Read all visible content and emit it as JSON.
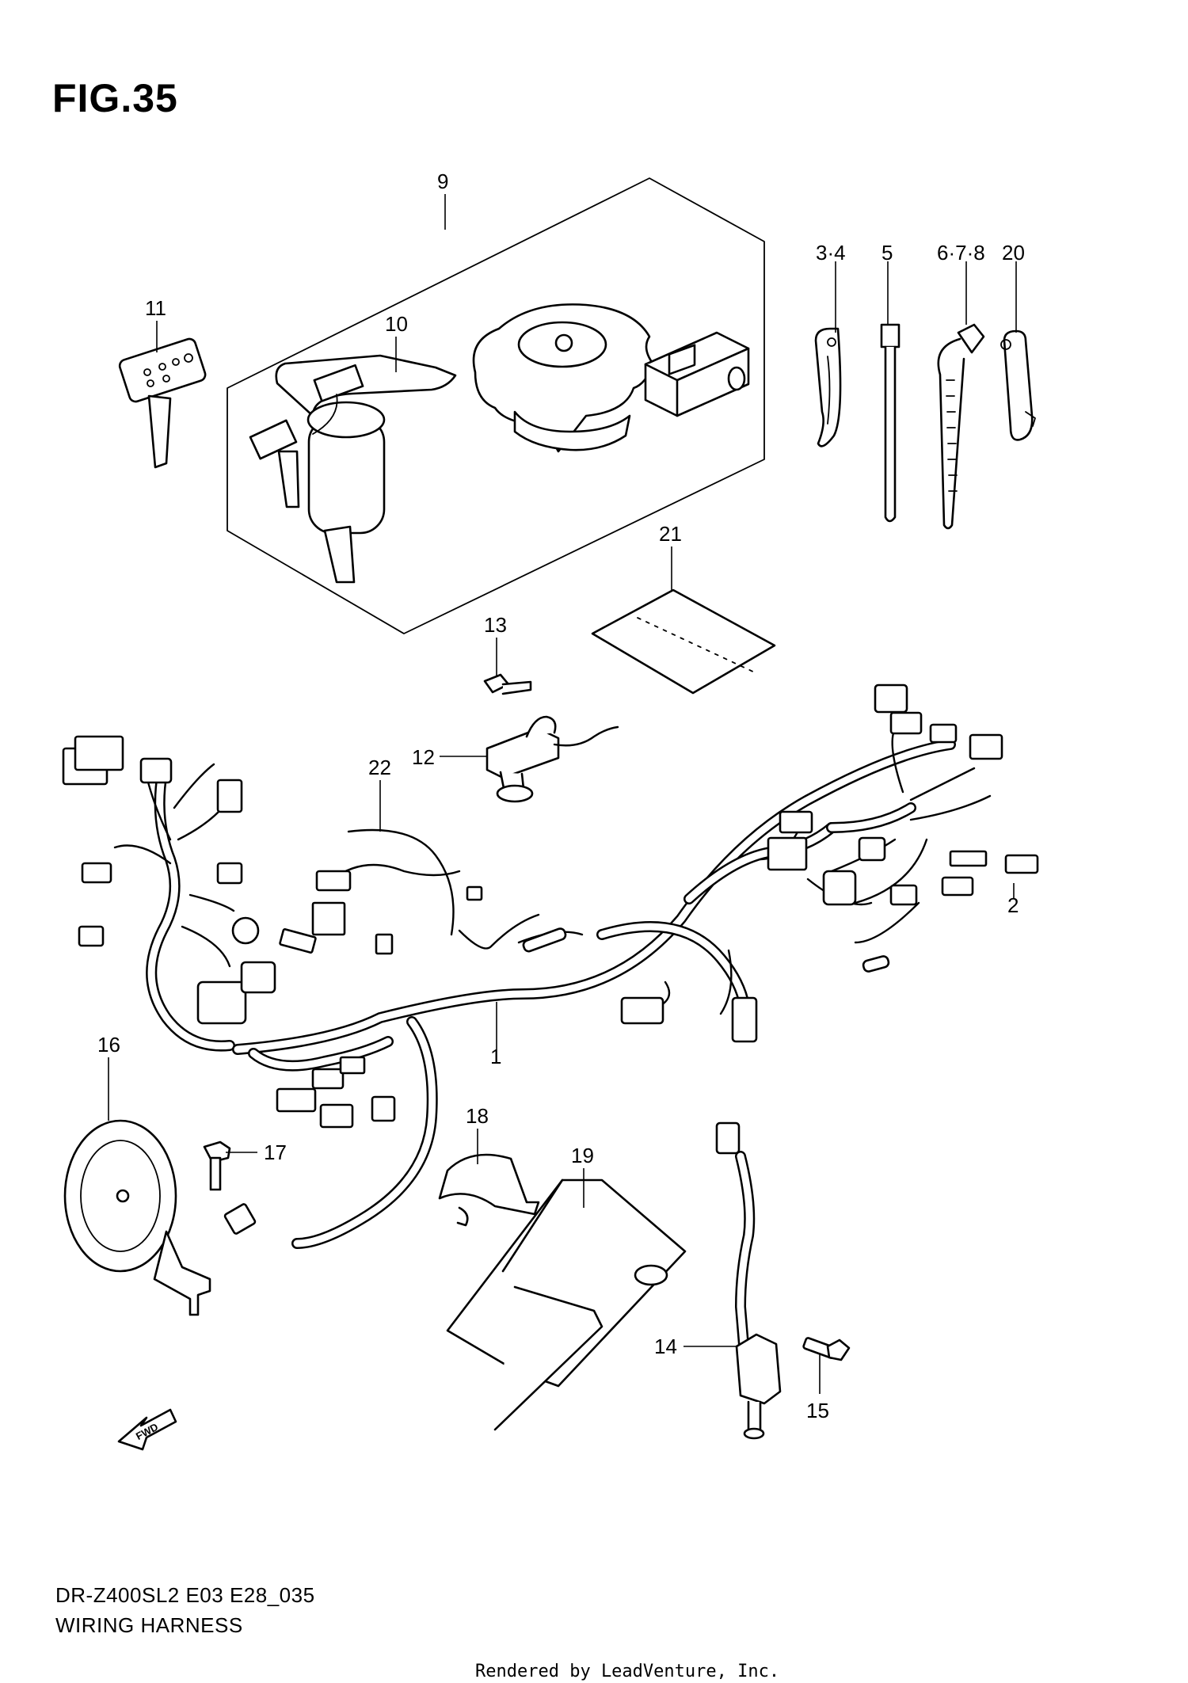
{
  "figure": {
    "title": "FIG.35",
    "model_code": "DR-Z400SL2 E03 E28_035",
    "section_name": "WIRING HARNESS",
    "credit": "Rendered by LeadVenture, Inc.",
    "forward_badge": "FWD"
  },
  "callouts": [
    {
      "id": "c9",
      "text": "9"
    },
    {
      "id": "c10",
      "text": "10"
    },
    {
      "id": "c11",
      "text": "11"
    },
    {
      "id": "c34",
      "text": "3·4"
    },
    {
      "id": "c5",
      "text": "5"
    },
    {
      "id": "c678",
      "text": "6·7·8"
    },
    {
      "id": "c20",
      "text": "20"
    },
    {
      "id": "c21",
      "text": "21"
    },
    {
      "id": "c13",
      "text": "13"
    },
    {
      "id": "c12",
      "text": "12"
    },
    {
      "id": "c22",
      "text": "22"
    },
    {
      "id": "c2",
      "text": "2"
    },
    {
      "id": "c1",
      "text": "1"
    },
    {
      "id": "c16",
      "text": "16"
    },
    {
      "id": "c17",
      "text": "17"
    },
    {
      "id": "c18",
      "text": "18"
    },
    {
      "id": "c19",
      "text": "19"
    },
    {
      "id": "c14",
      "text": "14"
    },
    {
      "id": "c15",
      "text": "15"
    }
  ]
}
